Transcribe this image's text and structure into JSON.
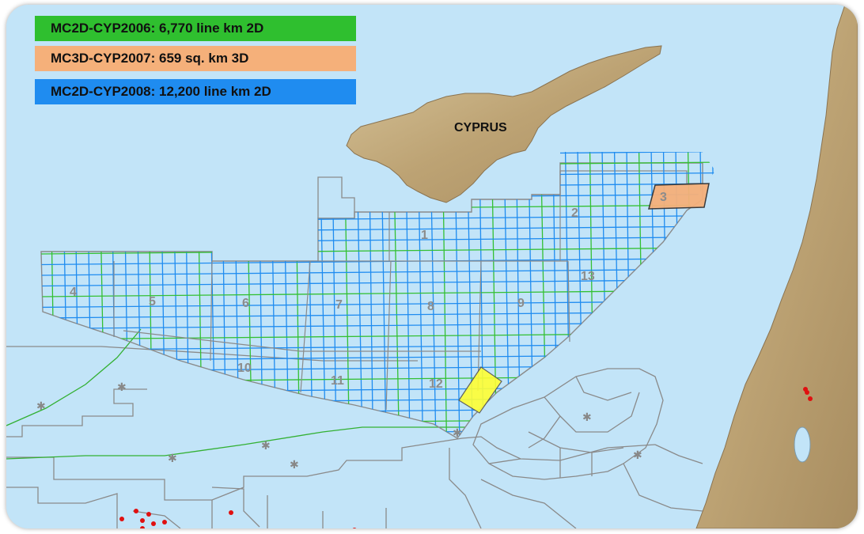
{
  "legend": {
    "survey_2006": "MC2D-CYP2006: 6,770 line km 2D",
    "survey_2007": "MC3D-CYP2007: 659 sq. km 3D",
    "survey_2008": "MC2D-CYP2008: 12,200 line km 2D"
  },
  "colors": {
    "sea": "#c2e4f8",
    "land": "#c9b48a",
    "survey_2006": "#33c033",
    "survey_2007": "#f5b07a",
    "survey_2008": "#1f8cf0",
    "highlight_block": "#ffff33",
    "wells": "#e01010"
  },
  "country_label": "CYPRUS",
  "blocks": [
    {
      "id": "1",
      "label": "1"
    },
    {
      "id": "2",
      "label": "2"
    },
    {
      "id": "3",
      "label": "3"
    },
    {
      "id": "4",
      "label": "4"
    },
    {
      "id": "5",
      "label": "5"
    },
    {
      "id": "6",
      "label": "6"
    },
    {
      "id": "7",
      "label": "7"
    },
    {
      "id": "8",
      "label": "8"
    },
    {
      "id": "9",
      "label": "9"
    },
    {
      "id": "10",
      "label": "10"
    },
    {
      "id": "11",
      "label": "11"
    },
    {
      "id": "12",
      "label": "12"
    },
    {
      "id": "13",
      "label": "13"
    }
  ]
}
